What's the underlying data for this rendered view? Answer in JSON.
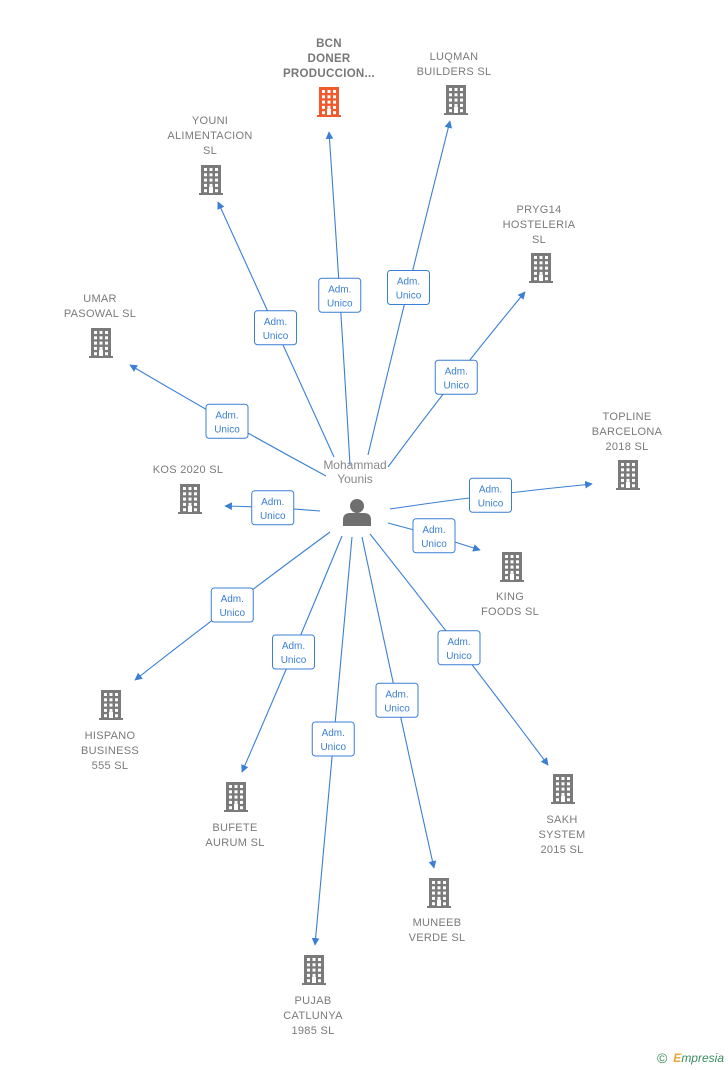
{
  "center": {
    "name_lines": [
      "Mohammad",
      "Younis"
    ],
    "icon": "person-icon"
  },
  "edge_label_lines": [
    "Adm.",
    "Unico"
  ],
  "colors": {
    "edge": "#3b7fd4",
    "company": "#7a7a7a",
    "highlight": "#f15a2b",
    "person": "#6f6f6f"
  },
  "companies": [
    {
      "id": "bcn-doner",
      "label_lines": [
        "BCN",
        "DONER",
        "PRODUCCION..."
      ],
      "highlight": true
    },
    {
      "id": "luqman-builders",
      "label_lines": [
        "LUQMAN",
        "BUILDERS  SL"
      ]
    },
    {
      "id": "youni-alimentacion",
      "label_lines": [
        "YOUNI",
        "ALIMENTACION",
        "SL"
      ]
    },
    {
      "id": "pryg14-hosteleria",
      "label_lines": [
        "PRYG14",
        "HOSTELERIA",
        "SL"
      ]
    },
    {
      "id": "umar-pasowal",
      "label_lines": [
        "UMAR",
        "PASOWAL SL"
      ]
    },
    {
      "id": "topline-barcelona",
      "label_lines": [
        "TOPLINE",
        "BARCELONA",
        "2018  SL"
      ]
    },
    {
      "id": "kos-2020",
      "label_lines": [
        "KOS 2020  SL"
      ]
    },
    {
      "id": "king-foods",
      "label_lines": [
        "KING",
        "FOODS  SL"
      ]
    },
    {
      "id": "hispano-business",
      "label_lines": [
        "HISPANO",
        "BUSINESS",
        "555  SL"
      ]
    },
    {
      "id": "bufete-aurum",
      "label_lines": [
        "BUFETE",
        "AURUM SL"
      ]
    },
    {
      "id": "sakh-system",
      "label_lines": [
        "SAKH",
        "SYSTEM",
        "2015  SL"
      ]
    },
    {
      "id": "muneeb-verde",
      "label_lines": [
        "MUNEEB",
        "VERDE  SL"
      ]
    },
    {
      "id": "pujab-catlunya",
      "label_lines": [
        "PUJAB",
        "CATLUNYA",
        "1985  SL"
      ]
    }
  ],
  "footer": {
    "copyright": "©",
    "brand_first": "E",
    "brand_rest": "mpresia"
  }
}
